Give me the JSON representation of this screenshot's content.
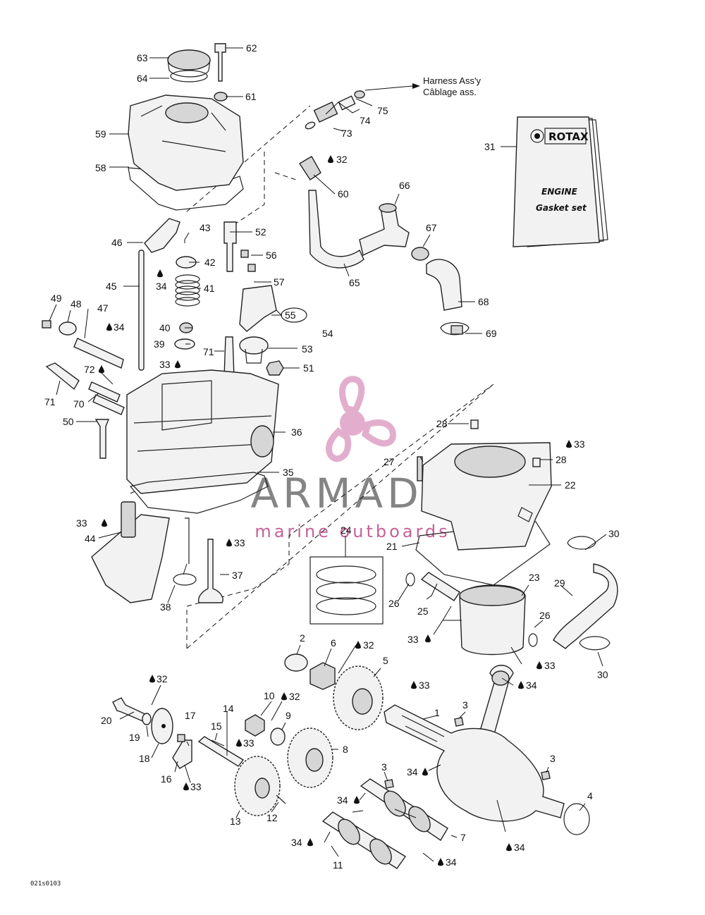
{
  "harness": {
    "line1": "Harness Ass'y",
    "line2": "Câblage ass."
  },
  "booklet": {
    "brand": "ROTAX",
    "title": "ENGINE",
    "subtitle": "Gasket set"
  },
  "watermark": {
    "title": "ARMADA",
    "subtitle": "marine outboards"
  },
  "drawing_code": "021s0103",
  "callouts": {
    "c1": "1",
    "c2": "2",
    "c3a": "3",
    "c3b": "3",
    "c3c": "3",
    "c4": "4",
    "c5": "5",
    "c6": "6",
    "c7": "7",
    "c8": "8",
    "c9": "9",
    "c10": "10",
    "c11": "11",
    "c12": "12",
    "c13": "13",
    "c14": "14",
    "c15": "15",
    "c16": "16",
    "c17": "17",
    "c18": "18",
    "c19": "19",
    "c20": "20",
    "c21": "21",
    "c22": "22",
    "c23": "23",
    "c24": "24",
    "c25": "25",
    "c26a": "26",
    "c26b": "26",
    "c27": "27",
    "c28a": "28",
    "c28b": "28",
    "c29": "29",
    "c30a": "30",
    "c30b": "30",
    "c31": "31",
    "c32a": "32",
    "c32b": "32",
    "c32c": "32",
    "c32d": "32",
    "c33a": "33",
    "c33b": "33",
    "c33c": "33",
    "c33d": "33",
    "c33e": "33",
    "c33f": "33",
    "c33g": "33",
    "c33h": "33",
    "c34a": "34",
    "c34b": "34",
    "c34c": "34",
    "c34d": "34",
    "c34e": "34",
    "c34f": "34",
    "c34g": "34",
    "c35": "35",
    "c36": "36",
    "c37": "37",
    "c38": "38",
    "c39": "39",
    "c40": "40",
    "c41": "41",
    "c42": "42",
    "c43": "43",
    "c44": "44",
    "c45": "45",
    "c46": "46",
    "c47": "47",
    "c48": "48",
    "c49": "49",
    "c50": "50",
    "c51": "51",
    "c52": "52",
    "c53": "53",
    "c54": "54",
    "c55": "55",
    "c56": "56",
    "c57": "57",
    "c58": "58",
    "c59": "59",
    "c60": "60",
    "c61": "61",
    "c62": "62",
    "c63": "63",
    "c64": "64",
    "c65": "65",
    "c66": "66",
    "c67": "67",
    "c68": "68",
    "c69": "69",
    "c70": "70",
    "c71a": "71",
    "c71b": "71",
    "c72": "72",
    "c73": "73",
    "c74": "74",
    "c75": "75"
  },
  "colors": {
    "line": "#222222",
    "watermark_pink": "#e0a6c8",
    "watermark_text": "#777777",
    "watermark_sub": "#c0518d"
  }
}
